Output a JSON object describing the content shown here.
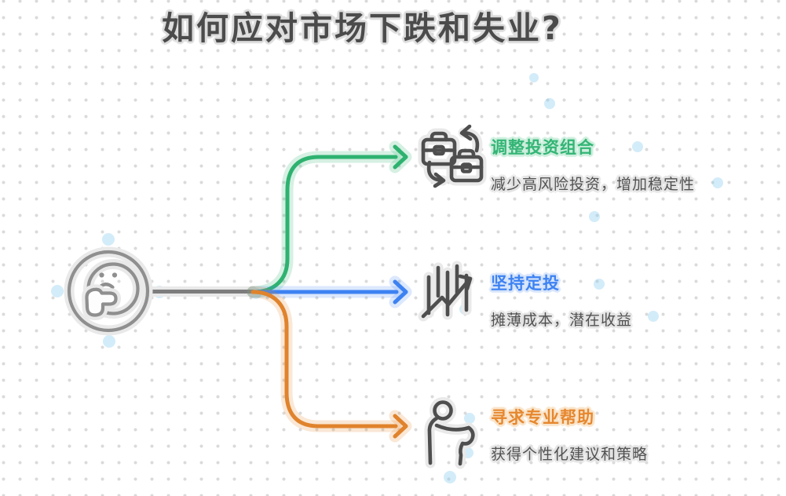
{
  "title": "如何应对市场下跌和失业?",
  "center_node": {
    "icon": "thinking-face-icon"
  },
  "colors": {
    "title_text": "#4b4b4b",
    "body_text": "#525252",
    "green": "#33b575",
    "blue": "#3d82f2",
    "orange": "#e6872e",
    "connector_gray": "#7d7d7d",
    "dot_grid": "#dadada",
    "decor_dot": "#8cceee"
  },
  "branches": [
    {
      "icon": "briefcase-swap-icon",
      "title": "调整投资组合",
      "subtitle": "减少高风险投资，增加稳定性",
      "accent": "#33b575"
    },
    {
      "icon": "stock-chart-up-icon",
      "title": "坚持定投",
      "subtitle": "摊薄成本，潜在收益",
      "accent": "#3d82f2"
    },
    {
      "icon": "person-bowing-icon",
      "title": "寻求专业帮助",
      "subtitle": "获得个性化建议和策略",
      "accent": "#e6872e"
    }
  ]
}
